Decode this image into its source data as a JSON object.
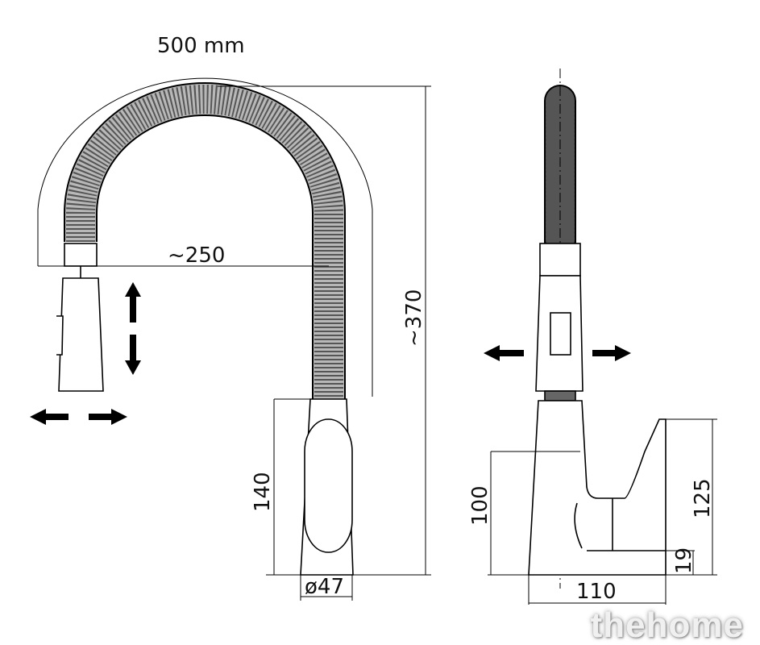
{
  "dimensions": {
    "reach_arc": "500 mm",
    "spout_reach": "~250",
    "total_height": "~370",
    "base_height": "140",
    "base_diameter": "ø47",
    "side_body_height": "100",
    "side_depth": "110",
    "handle_height": "125",
    "handle_base": "19"
  },
  "watermark": "thehome"
}
